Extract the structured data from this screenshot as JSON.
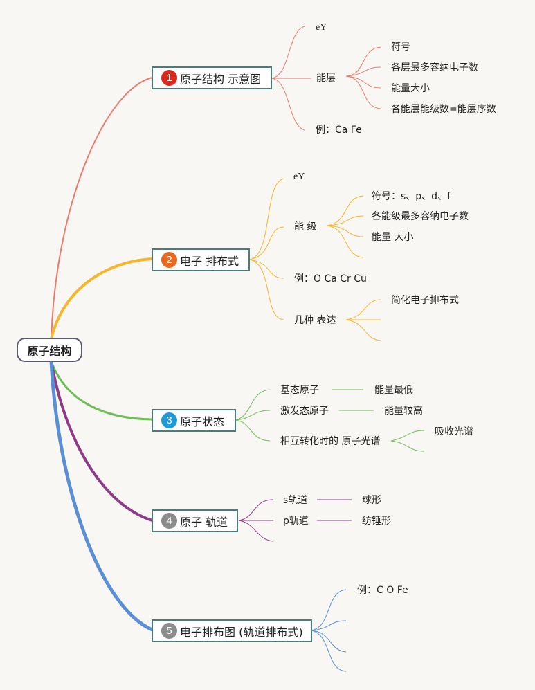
{
  "root": "原子结构",
  "colors": {
    "b1": "#ec7b6e",
    "b2": "#f7b529",
    "b3": "#6cbf55",
    "b4": "#8e3b8a",
    "b5": "#5a8fd6"
  },
  "b1": {
    "num": "1",
    "num_color": "#d92a1c",
    "label": "原子结构 示意图",
    "c1": "eY",
    "c2": "能层",
    "c2a": "符号",
    "c2b": "各层最多容纳电子数",
    "c2c": "能量大小",
    "c2d": "各能层能级数=能层序数",
    "c3": "例：Ca Fe"
  },
  "b2": {
    "num": "2",
    "num_color": "#e8681e",
    "label": "电子 排布式",
    "c1": "eY",
    "c2": "能 级",
    "c2a": "符号：s、p、d、f",
    "c2b": "各能级最多容纳电子数",
    "c2c": "能量 大小",
    "c3": "例：O Ca Cr Cu",
    "c4": "几种 表达",
    "c4a": "简化电子排布式"
  },
  "b3": {
    "num": "3",
    "num_color": "#1f9ad6",
    "label": "原子状态",
    "c1": "基态原子",
    "c1a": "能量最低",
    "c2": "激发态原子",
    "c2a": "能量较高",
    "c3": "相互转化时的 原子光谱",
    "c3a": "吸收光谱"
  },
  "b4": {
    "num": "4",
    "num_color": "#8c8c8c",
    "label": "原子 轨道",
    "c1": "s轨道",
    "c1a": "球形",
    "c2": "p轨道",
    "c2a": "纺锤形"
  },
  "b5": {
    "num": "5",
    "num_color": "#8c8c8c",
    "label": "电子排布图 (轨道排布式)",
    "c1": "例：C O Fe"
  }
}
